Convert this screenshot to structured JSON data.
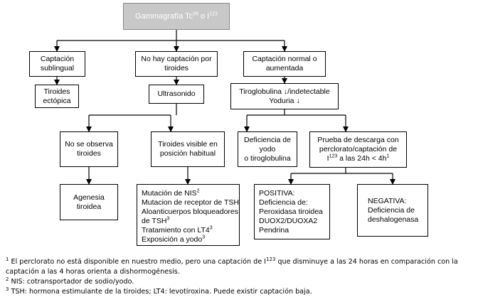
{
  "title": {
    "pre": "Gammagrafía Tc",
    "sup1": "99",
    "mid": " o I",
    "sup2": "123"
  },
  "level1": {
    "captacion_sublingual": [
      "Captación",
      "sublingual"
    ],
    "no_captacion": [
      "No hay captación por",
      "tiroides"
    ],
    "captacion_normal": [
      "Captación normal o",
      "aumentada"
    ]
  },
  "level2": {
    "tiroides_ectopica": [
      "Tiroides",
      "ectópica"
    ],
    "ultrasonido": "Ultrasonido",
    "tiroglobulina": [
      "Tiroglobulina ↓/indetectable",
      "Yoduria ↓"
    ]
  },
  "level3": {
    "no_se_observa": [
      "No se observa",
      "tiroides"
    ],
    "tiroides_visible": [
      "Tiroides visible en",
      "posición habitual"
    ],
    "deficiencia_yodo": [
      "Deficiencia de yodo",
      "o tiroglobulina"
    ],
    "prueba_descarga": {
      "l1": "Prueba de descarga con",
      "l2": "perclorato/captación de",
      "l3_pre": "I",
      "l3_sup": "123",
      "l3_mid": " a las 24h < 4h",
      "l3_sup2": "1"
    }
  },
  "level4": {
    "agenesia": [
      "Agenesia",
      "tiroidea"
    ],
    "causas": {
      "mutacion_nis": "Mutación de NIS",
      "mutacion_nis_sup": "2",
      "mutacion_tsh": "Mutacion de receptor de TSH",
      "aloanticuerpos": "Aloanticuerpos bloqueadores",
      "de_tsh": "de TSH",
      "de_tsh_sup": "3",
      "tratamiento": "Tratamiento con LT4",
      "tratamiento_sup": "3",
      "exposicion": "Exposición a yodo",
      "exposicion_sup": "3"
    },
    "positiva": [
      "POSITIVA:",
      "Deficiencia de:",
      "Peroxidasa tiroidea",
      "DUOX2/DUOXA2",
      "Pendrina"
    ],
    "negativa": [
      "NEGATIVA:",
      "Deficiencia de",
      "deshalogenasa"
    ]
  },
  "footnotes": {
    "n1_mark": "1",
    "n1_a": " El perclorato no está disponible en nuestro medio, pero una captación de I",
    "n1_sup": "123",
    "n1_b": " que disminuye a las 24 horas en comparación con la captación a las 4 horas orienta a dishormogénesis.",
    "n2_mark": "2",
    "n2": " NIS: cotransportador de sodio/yodo.",
    "n3_mark": "3",
    "n3": " TSH: hormona estimulante de la tiroides; LT4: levotiroxina. Puede existir captación baja."
  }
}
